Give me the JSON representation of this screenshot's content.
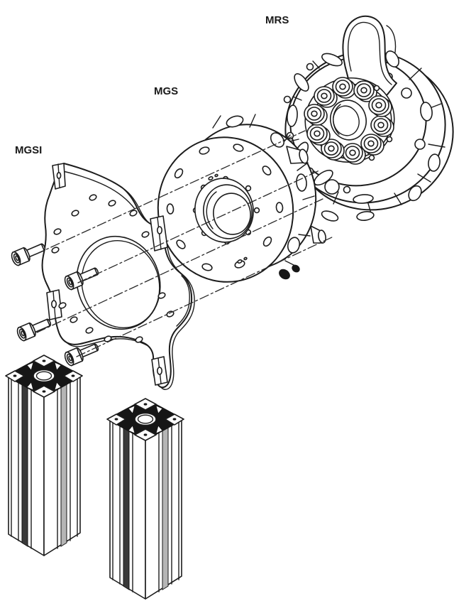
{
  "page": {
    "background_color": "#ffffff"
  },
  "diagram": {
    "kind": "exploded assembly technical line drawing",
    "line_color": "#1c1c1c",
    "labels": {
      "mrs": "MRS",
      "mgs": "MGS",
      "mgsi": "MGSI"
    },
    "parts": {
      "mrs": {
        "label": "MRS",
        "bolt_ring_count": 10,
        "has_top_tab": true
      },
      "mgs": {
        "label": "MGS",
        "outer_hole_count": 10,
        "inner_hole_count": 8
      },
      "mgsi": {
        "label": "MGSI",
        "mounting_screw_count": 4,
        "corner_tab_count": 4,
        "hole_ring_count": 12
      },
      "extrusion_columns": {
        "count": 2
      },
      "centerline_axes": {
        "count": 4
      }
    }
  }
}
